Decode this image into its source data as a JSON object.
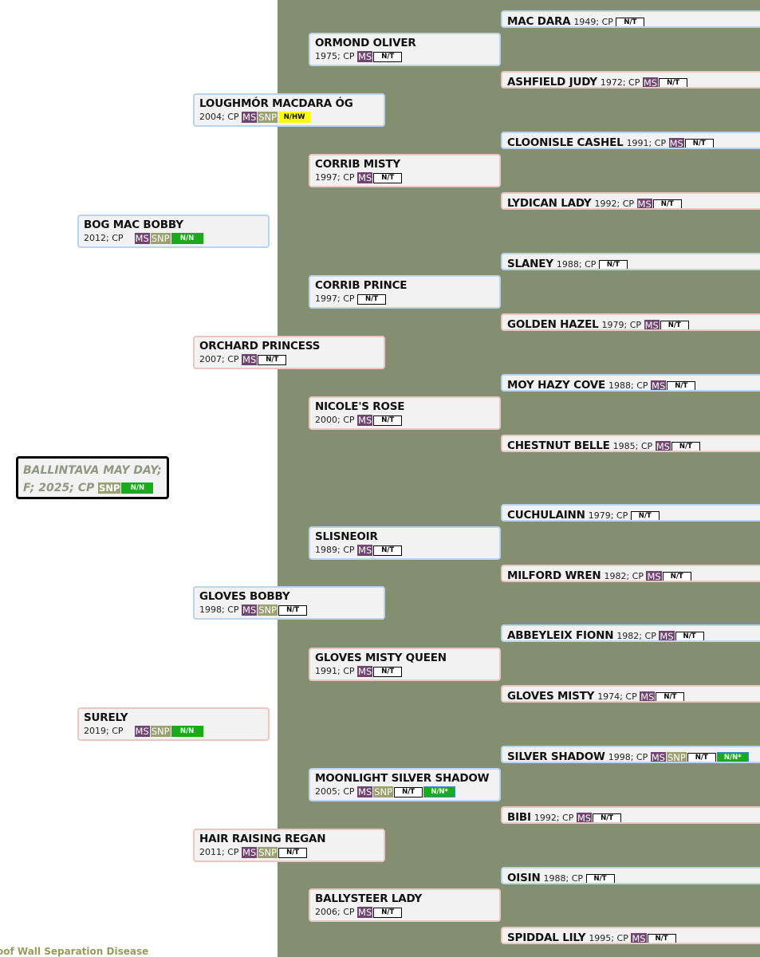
{
  "subject": {
    "line1": "BALLINTAVA MAY DAY;",
    "line2": "F; 2025; CP",
    "tags": [
      "SNP",
      "N/N"
    ]
  },
  "tag_labels": {
    "ms": "MS",
    "snp": "SNP",
    "nt": "N/T",
    "nn": "N/N",
    "nnstar": "N/N*",
    "nhw": "N/HW"
  },
  "colors": {
    "panel": "#848f71",
    "sire_border": "#b9d4ee",
    "dam_border": "#ecc6c0",
    "ms": "#6f4470",
    "snp": "#9aa06f",
    "nn": "#1aaa1a",
    "nhw": "#ffff00"
  },
  "horses": [
    {
      "gen": 1,
      "name": "BOG MAC BOBBY",
      "meta": "2012; CP",
      "tags": [
        "MS",
        "SNP",
        "N/N"
      ]
    },
    {
      "gen": 1,
      "name": "SURELY",
      "meta": "2019; CP",
      "tags": [
        "MS",
        "SNP",
        "N/N"
      ]
    },
    {
      "gen": 2,
      "name": "LOUGHMÓR MACDARA ÓG",
      "meta": "2004; CP",
      "tags": [
        "MS",
        "SNP",
        "N/HW"
      ]
    },
    {
      "gen": 2,
      "name": "ORCHARD PRINCESS",
      "meta": "2007; CP",
      "tags": [
        "MS",
        "N/T"
      ]
    },
    {
      "gen": 2,
      "name": "GLOVES BOBBY",
      "meta": "1998; CP",
      "tags": [
        "MS",
        "SNP",
        "N/T"
      ]
    },
    {
      "gen": 2,
      "name": "HAIR RAISING REGAN",
      "meta": "2011; CP",
      "tags": [
        "MS",
        "SNP",
        "N/T"
      ]
    },
    {
      "gen": 3,
      "name": "ORMOND OLIVER",
      "meta": "1975; CP",
      "tags": [
        "MS",
        "N/T"
      ]
    },
    {
      "gen": 3,
      "name": "CORRIB MISTY",
      "meta": "1997; CP",
      "tags": [
        "MS",
        "N/T"
      ]
    },
    {
      "gen": 3,
      "name": "CORRIB PRINCE",
      "meta": "1997; CP",
      "tags": [
        "N/T"
      ]
    },
    {
      "gen": 3,
      "name": "NICOLE'S ROSE",
      "meta": "2000; CP",
      "tags": [
        "MS",
        "N/T"
      ]
    },
    {
      "gen": 3,
      "name": "SLISNEOIR",
      "meta": "1989; CP",
      "tags": [
        "MS",
        "N/T"
      ]
    },
    {
      "gen": 3,
      "name": "GLOVES MISTY QUEEN",
      "meta": "1991; CP",
      "tags": [
        "MS",
        "N/T"
      ]
    },
    {
      "gen": 3,
      "name": "MOONLIGHT SILVER SHADOW",
      "meta": "2005; CP",
      "tags": [
        "MS",
        "SNP",
        "N/T",
        "N/N*"
      ]
    },
    {
      "gen": 3,
      "name": "BALLYSTEER LADY",
      "meta": "2006; CP",
      "tags": [
        "MS",
        "N/T"
      ]
    },
    {
      "gen": 4,
      "name": "MAC DARA",
      "meta": "1949; CP",
      "tags": [
        "N/T"
      ]
    },
    {
      "gen": 4,
      "name": "ASHFIELD JUDY",
      "meta": "1972; CP",
      "tags": [
        "MS",
        "N/T"
      ]
    },
    {
      "gen": 4,
      "name": "CLOONISLE CASHEL",
      "meta": "1991; CP",
      "tags": [
        "MS",
        "N/T"
      ]
    },
    {
      "gen": 4,
      "name": "LYDICAN LADY",
      "meta": "1992; CP",
      "tags": [
        "MS",
        "N/T"
      ]
    },
    {
      "gen": 4,
      "name": "SLANEY",
      "meta": "1988; CP",
      "tags": [
        "N/T"
      ]
    },
    {
      "gen": 4,
      "name": "GOLDEN HAZEL",
      "meta": "1979; CP",
      "tags": [
        "MS",
        "N/T"
      ]
    },
    {
      "gen": 4,
      "name": "MOY HAZY COVE",
      "meta": "1988; CP",
      "tags": [
        "MS",
        "N/T"
      ]
    },
    {
      "gen": 4,
      "name": "CHESTNUT BELLE",
      "meta": "1985; CP",
      "tags": [
        "MS",
        "N/T"
      ]
    },
    {
      "gen": 4,
      "name": "CUCHULAINN",
      "meta": "1979; CP",
      "tags": [
        "N/T"
      ]
    },
    {
      "gen": 4,
      "name": "MILFORD WREN",
      "meta": "1982; CP",
      "tags": [
        "MS",
        "N/T"
      ]
    },
    {
      "gen": 4,
      "name": "ABBEYLEIX FIONN",
      "meta": "1982; CP",
      "tags": [
        "MS",
        "N/T"
      ]
    },
    {
      "gen": 4,
      "name": "GLOVES MISTY",
      "meta": "1974; CP",
      "tags": [
        "MS",
        "N/T"
      ]
    },
    {
      "gen": 4,
      "name": "SILVER SHADOW",
      "meta": "1998; CP",
      "tags": [
        "MS",
        "SNP",
        "N/T",
        "N/N*"
      ]
    },
    {
      "gen": 4,
      "name": "BIBI",
      "meta": "1992; CP",
      "tags": [
        "MS",
        "N/T"
      ]
    },
    {
      "gen": 4,
      "name": "OISIN",
      "meta": "1988; CP",
      "tags": [
        "N/T"
      ]
    },
    {
      "gen": 4,
      "name": "SPIDDAL LILY",
      "meta": "1995; CP",
      "tags": [
        "MS",
        "N/T"
      ]
    }
  ],
  "footer": "oof Wall Separation Disease"
}
